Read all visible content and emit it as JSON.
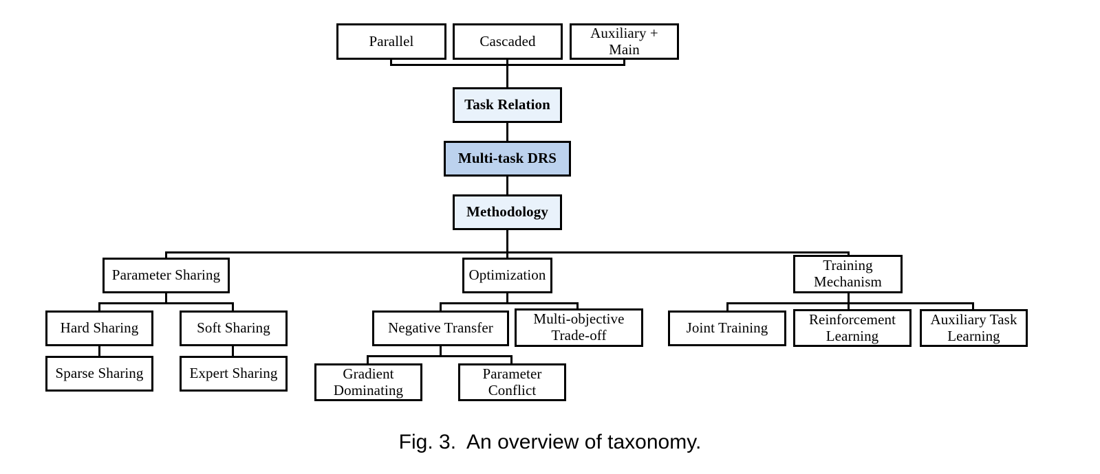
{
  "figure": {
    "caption": "Fig. 3.  An overview of taxonomy.",
    "caption_label": "Fig. 3.",
    "caption_text": "An overview of taxonomy."
  },
  "colors": {
    "box_border": "#000000",
    "box_fill_default": "#ffffff",
    "box_fill_light_blue": "#e9f2fb",
    "box_fill_mid_blue": "#bcd2ee",
    "text": "#000000",
    "background": "#ffffff"
  },
  "nodes": {
    "root": {
      "label": "Multi-task DRS",
      "fill": "mid-blue",
      "bold": true
    },
    "task_relation": {
      "label": "Task Relation",
      "fill": "light-blue",
      "bold": true
    },
    "methodology": {
      "label": "Methodology",
      "fill": "light-blue",
      "bold": true
    },
    "parallel": {
      "label": "Parallel",
      "fill": "white",
      "bold": false
    },
    "cascaded": {
      "label": "Cascaded",
      "fill": "white",
      "bold": false
    },
    "auxiliary_main": {
      "label": "Auxiliary + Main",
      "fill": "white",
      "bold": false
    },
    "parameter_sharing": {
      "label": "Parameter Sharing",
      "fill": "white",
      "bold": false
    },
    "optimization": {
      "label": "Optimization",
      "fill": "white",
      "bold": false
    },
    "training_mechanism": {
      "label": "Training\nMechanism",
      "fill": "white",
      "bold": false
    },
    "hard_sharing": {
      "label": "Hard Sharing",
      "fill": "white",
      "bold": false
    },
    "soft_sharing": {
      "label": "Soft Sharing",
      "fill": "white",
      "bold": false
    },
    "sparse_sharing": {
      "label": "Sparse Sharing",
      "fill": "white",
      "bold": false
    },
    "expert_sharing": {
      "label": "Expert Sharing",
      "fill": "white",
      "bold": false
    },
    "negative_transfer": {
      "label": "Negative Transfer",
      "fill": "white",
      "bold": false
    },
    "multi_objective_tradeoff": {
      "label": "Multi-objective\nTrade-off",
      "fill": "white",
      "bold": false
    },
    "gradient_dominating": {
      "label": "Gradient\nDominating",
      "fill": "white",
      "bold": false
    },
    "parameter_conflict": {
      "label": "Parameter\nConflict",
      "fill": "white",
      "bold": false
    },
    "joint_training": {
      "label": "Joint Training",
      "fill": "white",
      "bold": false
    },
    "reinforcement_learning": {
      "label": "Reinforcement\nLearning",
      "fill": "white",
      "bold": false
    },
    "auxiliary_task_learning": {
      "label": "Auxiliary Task\nLearning",
      "fill": "white",
      "bold": false
    }
  },
  "hierarchy": {
    "root": "Multi-task DRS",
    "branches": [
      {
        "parent": "Task Relation",
        "children": [
          "Parallel",
          "Cascaded",
          "Auxiliary + Main"
        ]
      },
      {
        "parent": "Methodology",
        "children": [
          "Parameter Sharing",
          "Optimization",
          "Training Mechanism"
        ]
      },
      {
        "parent": "Parameter Sharing",
        "children": [
          "Hard Sharing",
          "Soft Sharing"
        ]
      },
      {
        "parent": "Hard Sharing",
        "children": [
          "Sparse Sharing"
        ]
      },
      {
        "parent": "Soft Sharing",
        "children": [
          "Expert Sharing"
        ]
      },
      {
        "parent": "Optimization",
        "children": [
          "Negative Transfer",
          "Multi-objective Trade-off"
        ]
      },
      {
        "parent": "Negative Transfer",
        "children": [
          "Gradient Dominating",
          "Parameter Conflict"
        ]
      },
      {
        "parent": "Training Mechanism",
        "children": [
          "Joint Training",
          "Reinforcement Learning",
          "Auxiliary Task Learning"
        ]
      }
    ]
  }
}
